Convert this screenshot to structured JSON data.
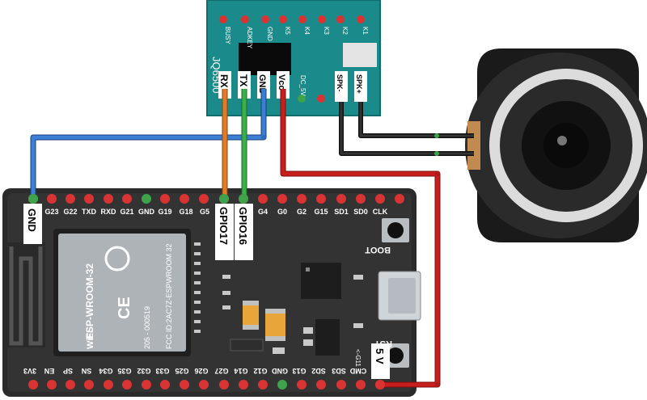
{
  "mp3_module": {
    "name": "JQ6500",
    "top_pins": [
      "BUSY",
      "ADKEY",
      "GND",
      "K5",
      "K4",
      "K3",
      "K2",
      "K1"
    ],
    "bottom_pins": [
      "RX",
      "TX",
      "GND",
      "Vcc",
      "SPK-",
      "SPK+"
    ],
    "small_labels": [
      "DC_5V"
    ]
  },
  "esp32": {
    "module_text": [
      "ESP-WROOM-32",
      "205 - 000519",
      "FCC ID:2AC7Z-ESPWROOM 32"
    ],
    "top_pins": [
      "GND",
      "G23",
      "G22",
      "TXD",
      "RXD",
      "G21",
      "GND",
      "G19",
      "G18",
      "G5",
      "G17",
      "G16",
      "G4",
      "G0",
      "G2",
      "G15",
      "SD1",
      "SD0",
      "CLK"
    ],
    "bottom_pins": [
      "3V3",
      "EN",
      "SP",
      "SN",
      "G34",
      "G35",
      "G32",
      "G33",
      "G25",
      "G26",
      "G27",
      "G14",
      "G12",
      "GND",
      "G13",
      "SD2",
      "SD3",
      "CMD",
      "5V"
    ],
    "buttons": [
      "BOOT",
      "RST"
    ],
    "tags": [
      "GND",
      "GPIO17",
      "GPIO16",
      "5 V"
    ],
    "gnd_arrow": "<-G11"
  },
  "wires": [
    {
      "from": "GND",
      "to": "GND",
      "color": "#3b7fd4"
    },
    {
      "from": "RX",
      "to": "GPIO17",
      "color": "#e07b2a"
    },
    {
      "from": "TX",
      "to": "GPIO16",
      "color": "#3bb04a"
    },
    {
      "from": "Vcc",
      "to": "5 V",
      "color": "#c81e1e"
    },
    {
      "from": "SPK-",
      "to": "speaker",
      "color": "#222222"
    },
    {
      "from": "SPK+",
      "to": "speaker",
      "color": "#222222"
    }
  ]
}
